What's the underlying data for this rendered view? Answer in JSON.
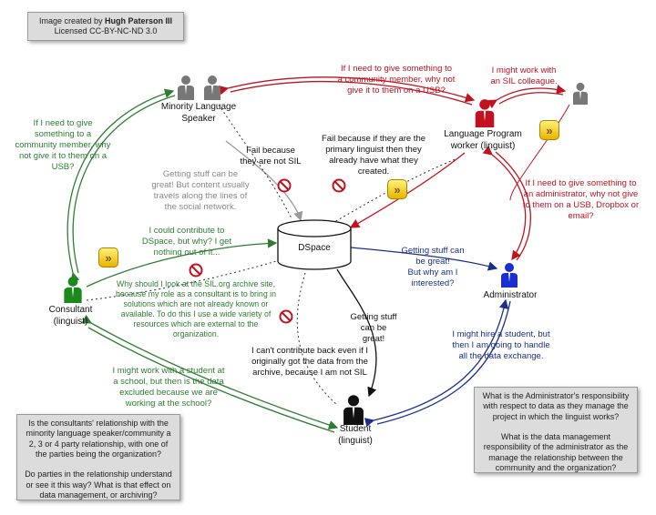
{
  "credit": {
    "line1": "Image created by ",
    "author": "Hugh Paterson III",
    "line2": "Licensed CC-BY-NC-ND 3.0"
  },
  "nodes": {
    "minority": "Minority Language\nSpeaker",
    "lpw": "Language Program\nworker (linguist)",
    "dspace": "DSpace",
    "administrator": "Administrator",
    "consultant": "Consultant\n(linguist)",
    "student": "Student\n(linguist)"
  },
  "annotations": {
    "red_top": "If I need to give something to\na community member, why not\ngive it to them on a USB?",
    "red_colleague": "I might work with\nan SIL colleague.",
    "red_admin": "If I need to give something to\nan administrator, why not give\nto them on a USB, Dropbox or\nemail?",
    "green_top": "If I need to give\nsomething to a\ncommunity member, why\nnot give it to them on a\nUSB?",
    "green_contribute": "I could contribute to\nDSpace, but why? I get\nnothing out of it...",
    "green_sil": "Why should I look at the SIL.org archive site,\nbecause my role as a consultant is to bring in\nsolutions which are not already known or\navailable. To do this I use a wide variety of\nresources which are external to the\norganization.",
    "green_student": "I might work with a student at\na school, but then is the data\nexcluded because we are\nworking at the school?",
    "gray_stuff": "Getting stuff can be\ngreat! But content usually\ntravels along the lines of\nthe social network.",
    "black_fail_sil": "Fail because\nthey are not SIL",
    "black_fail_primary": "Fail because if they are the\nprimary linguist then they\nalready have what they\ncreated.",
    "black_stuff": "Getting stuff\ncan be\ngreat!",
    "black_cant": "I can't contribute back even if I\noriginally got the data from the\narchive, because I am not SIL",
    "blue_stuff": "Getting stuff can\nbe great!\nBut why am I\ninterested?",
    "blue_hire": "I might hire a student, but\nthen I am going to handle\nall the data exchange."
  },
  "notes": {
    "left": "Is the consultants' relationship with the minority language speaker/community a 2, 3 or 4 party relationship, with one of the parties being the organization?\n\nDo parties in the relationship understand or see it this way? What is that effect on data management, or archiving?",
    "right": "What is the Administrator's responsibility with respect to data as they manage the project in which the linguist works?\n\nWhat is the data management responsibility of the administrator as the manage the relationship between the community and the organization?"
  },
  "colors": {
    "red": "#c1121f",
    "green": "#2e7d32",
    "blue": "#1a2f8c",
    "gray": "#8a8a8a",
    "black": "#111111",
    "gold": "#f0c419"
  },
  "icons": [
    "person-icon",
    "forward-sign-icon",
    "prohibited-icon"
  ]
}
